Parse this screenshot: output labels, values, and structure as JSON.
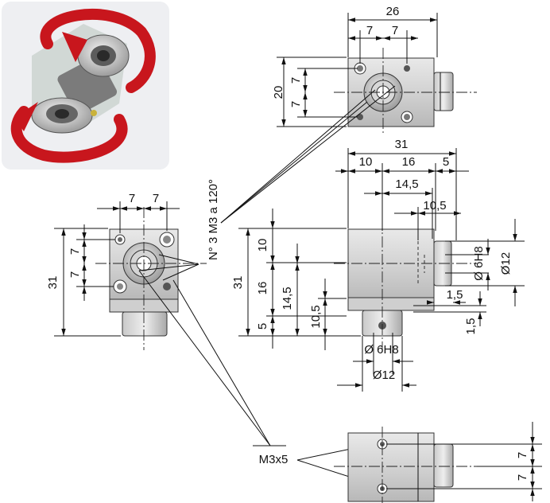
{
  "top_view": {
    "width": "26",
    "half_left": "7",
    "half_right": "7",
    "height": "20",
    "upper": "7",
    "lower": "7"
  },
  "side_view": {
    "length": "31",
    "seg1": "10",
    "seg2": "16",
    "seg3": "5",
    "seg4": "14,5",
    "seg5": "10,5",
    "bore_left": "Ø 6H8",
    "bore_right": "Ø12",
    "step": "1,5",
    "step2": "1,5",
    "height": "31",
    "h_top": "10",
    "h_mid": "16",
    "h_bot": "5",
    "h_axis": "14,5",
    "h_shaft": "10,5",
    "bottom_bore": "Ø 6H8",
    "bottom_outer": "Ø12"
  },
  "front_view": {
    "left": "7",
    "right": "7",
    "height": "31",
    "upper": "7",
    "lower": "7"
  },
  "note_holes": "N° 3 M3 a 120°",
  "note_thread": "M3x5",
  "bottom_view": {
    "upper": "7",
    "lower": "7"
  },
  "thumbnail": {
    "arrow_color": "#c8161d",
    "body_color": "#9a9a9a"
  }
}
